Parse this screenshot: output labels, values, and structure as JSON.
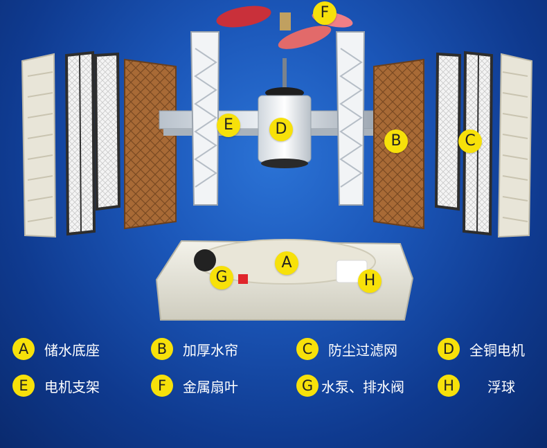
{
  "markers": {
    "F": "F",
    "E": "E",
    "D": "D",
    "B": "B",
    "C": "C",
    "A": "A",
    "G": "G",
    "H": "H"
  },
  "legend": [
    {
      "badge": "A",
      "text": "储水底座"
    },
    {
      "badge": "B",
      "text": "加厚水帘"
    },
    {
      "badge": "C",
      "text": "防尘过滤网"
    },
    {
      "badge": "D",
      "text": "全铜电机"
    },
    {
      "badge": "E",
      "text": "电机支架"
    },
    {
      "badge": "F",
      "text": "金属扇叶"
    },
    {
      "badge": "G",
      "text": "水泵、排水阀"
    },
    {
      "badge": "H",
      "text": "浮球"
    }
  ],
  "colors": {
    "background": "#1b56b8",
    "marker": "#f7e10a",
    "pad": "#a86a36",
    "filter": "#f2f2f2",
    "fan_blade": "#d22b2b"
  }
}
